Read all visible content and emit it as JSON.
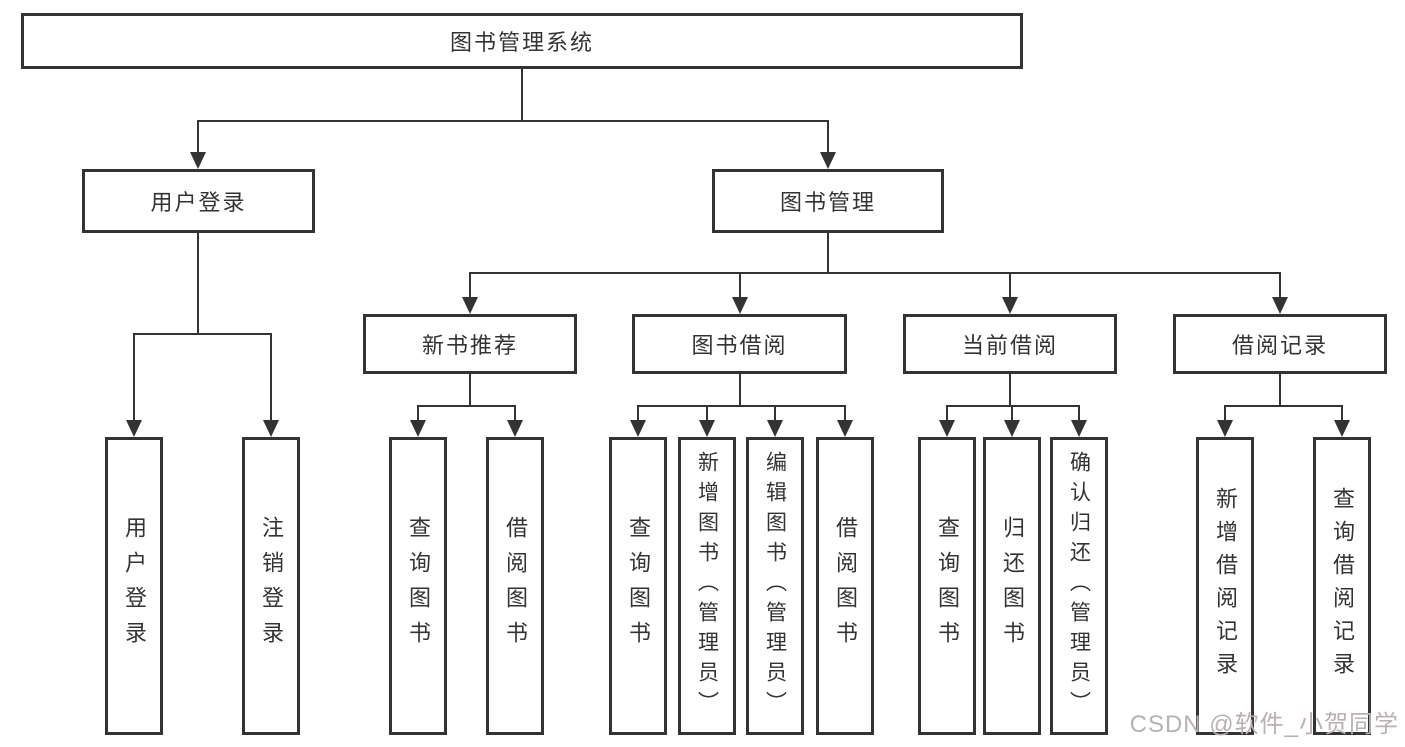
{
  "tree": {
    "root": "图书管理系统",
    "children": [
      {
        "label": "用户登录",
        "children": [
          "用户登录",
          "注销登录"
        ]
      },
      {
        "label": "图书管理",
        "children": [
          {
            "label": "新书推荐",
            "children": [
              "查询图书",
              "借阅图书"
            ]
          },
          {
            "label": "图书借阅",
            "children": [
              "查询图书",
              "新增图书（管理员）",
              "编辑图书（管理员）",
              "借阅图书"
            ]
          },
          {
            "label": "当前借阅",
            "children": [
              "查询图书",
              "归还图书",
              "确认归还（管理员）"
            ]
          },
          {
            "label": "借阅记录",
            "children": [
              "新增借阅记录",
              "查询借阅记录"
            ]
          }
        ]
      }
    ]
  },
  "watermark": {
    "text": "CSDN @软件_小贺同学"
  },
  "colors": {
    "line": "#333333",
    "box_border": "#333333",
    "text": "#333333",
    "watermark": "#b8b1b1",
    "background": "#ffffff"
  }
}
